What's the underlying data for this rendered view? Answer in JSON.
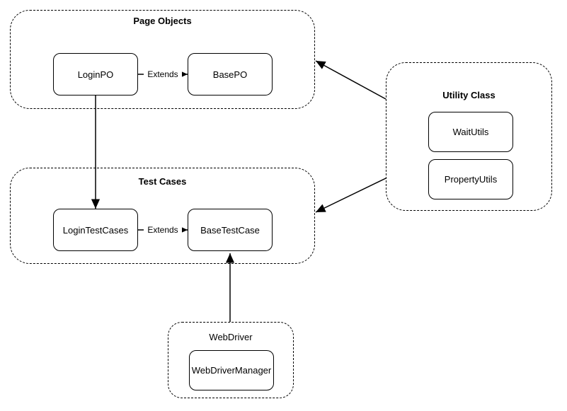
{
  "diagram": {
    "groups": [
      {
        "id": "page-objects",
        "title": "Page Objects"
      },
      {
        "id": "test-cases",
        "title": "Test Cases"
      },
      {
        "id": "utility-class",
        "title": "Utility Class"
      },
      {
        "id": "webdriver",
        "title": "WebDriver"
      }
    ],
    "nodes": [
      {
        "id": "login-po",
        "label": "LoginPO",
        "group": "Page Objects"
      },
      {
        "id": "base-po",
        "label": "BasePO",
        "group": "Page Objects"
      },
      {
        "id": "login-test-cases",
        "label": "LoginTestCases",
        "group": "Test Cases"
      },
      {
        "id": "base-test-case",
        "label": "BaseTestCase",
        "group": "Test Cases"
      },
      {
        "id": "wait-utils",
        "label": "WaitUtils",
        "group": "Utility Class"
      },
      {
        "id": "property-utils",
        "label": "PropertyUtils",
        "group": "Utility Class"
      },
      {
        "id": "webdriver-manager",
        "label": "WebDriverManager",
        "group": "WebDriver"
      }
    ],
    "edges": [
      {
        "from": "LoginPO",
        "to": "BasePO",
        "label": "Extends"
      },
      {
        "from": "LoginTestCases",
        "to": "BaseTestCase",
        "label": "Extends"
      },
      {
        "from": "LoginPO",
        "to": "LoginTestCases",
        "label": ""
      },
      {
        "from": "Utility Class",
        "to": "Page Objects",
        "label": ""
      },
      {
        "from": "Utility Class",
        "to": "Test Cases",
        "label": ""
      },
      {
        "from": "WebDriver",
        "to": "BaseTestCase",
        "label": ""
      }
    ],
    "colors": {
      "stroke": "#000000",
      "background": "#ffffff",
      "text": "#000000"
    }
  }
}
